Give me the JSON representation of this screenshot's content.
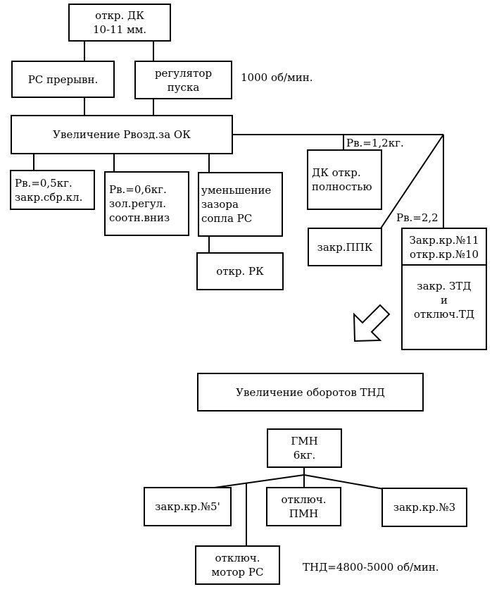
{
  "boxes": {
    "otkr_dk": [
      "откр. ДК",
      "10-11 мм."
    ],
    "rs_preryvn": [
      "РС прерывн."
    ],
    "regulator_puska": [
      "регулятор",
      "пуска"
    ],
    "uvelichenie_rvozd": [
      "Увеличение Рвозд.за ОК"
    ],
    "rv_05": [
      "Рв.=0,5кг.",
      "закр.сбр.кл."
    ],
    "rv_06": [
      "Рв.=0,6кг.",
      "зол.регул.",
      "соотн.вниз"
    ],
    "umenshenie_zazora": [
      "уменьшение",
      "зазора",
      "сопла РС"
    ],
    "otkr_rk": [
      "откр. РК"
    ],
    "dk_otkr_polnostyu": [
      "ДК откр.",
      "полностью"
    ],
    "zakr_ppk": [
      "закр.ППК"
    ],
    "zakr_kr_11": [
      "Закр.кр.№11",
      "откр.кр.№10"
    ],
    "zakr_ztd": [
      "закр. ЗТД",
      "и",
      "отключ.ТД"
    ],
    "uvelichenie_tnd": [
      "Увеличение оборотов ТНД"
    ],
    "gmn": [
      "ГМН",
      "6кг."
    ],
    "zakr_kr_5": [
      "закр.кр.№5'"
    ],
    "otkl_pmn": [
      "отключ.",
      "ПМН"
    ],
    "zakr_kr_3": [
      "закр.кр.№3"
    ],
    "otkl_motor_rs": [
      "отключ.",
      "мотор РС"
    ]
  },
  "labels": {
    "rpm_1000": "1000 об/мин.",
    "rv_12": "Рв.=1,2кг.",
    "rv_22": "Рв.=2,2",
    "tnd_rpm": "ТНД=4800-5000 об/мин."
  }
}
